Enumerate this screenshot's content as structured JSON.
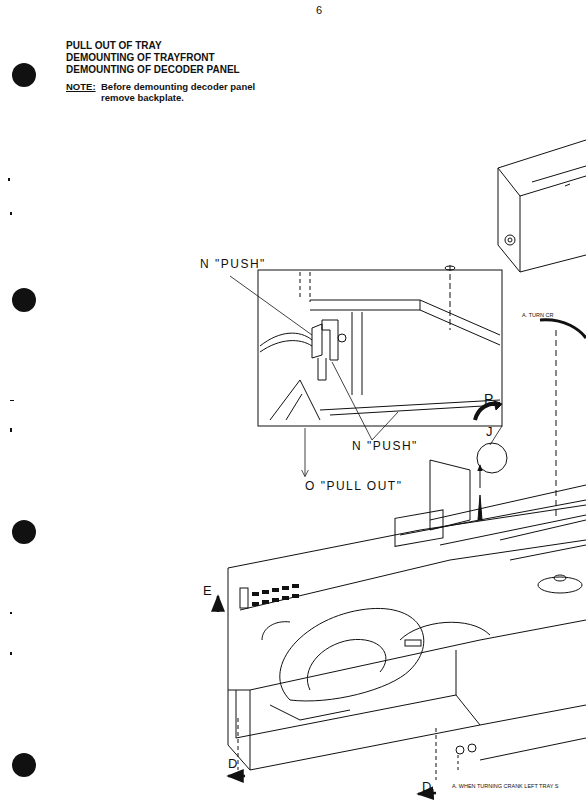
{
  "diagram": {
    "labels": [
      "6",
      "PULL OUT OF TRAY",
      "DEMOUNTING OF TRAYFRONT",
      "DEMOUNTING OF DECODER PANEL",
      "NOTE:",
      "Before demounting decoder panel remove backplate.",
      "N \"PUSH\"",
      "N \"PUSH\"",
      "O \"PULL OUT\"",
      "P",
      "J",
      "E",
      "D",
      "D",
      "A. TURN CR",
      "A. WHEN TURNING CRANK LEFT TRAY S"
    ]
  }
}
